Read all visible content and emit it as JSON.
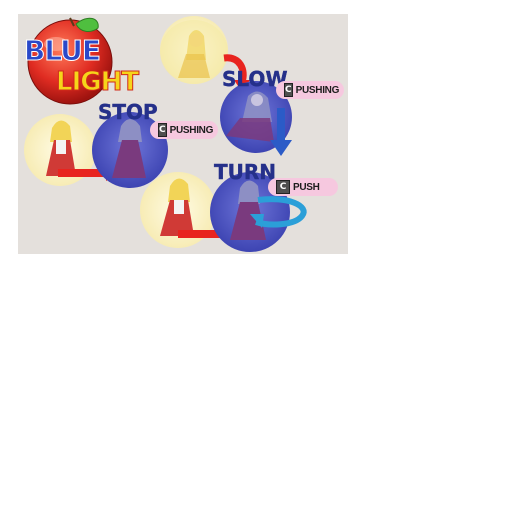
{
  "logo": {
    "line1": "BLUE",
    "line2": "LIGHT"
  },
  "controls": {
    "slow": {
      "label": "SLOW",
      "button": "C",
      "action": "PUSHING"
    },
    "stop": {
      "label": "STOP",
      "button": "C",
      "action": "PUSHING"
    },
    "turn": {
      "label": "TURN",
      "button": "C",
      "action": "PUSH"
    }
  },
  "colors": {
    "background": "#e4e0dc",
    "light_circle": "#fbf2c8",
    "blue_circle": "#5058c9",
    "arrow_red": "#e8241f",
    "arrow_blue": "#2b5bc7",
    "bubble_pink": "#f6c8df",
    "apple_red": "#e02c22",
    "leaf_green": "#4fbf3f"
  }
}
